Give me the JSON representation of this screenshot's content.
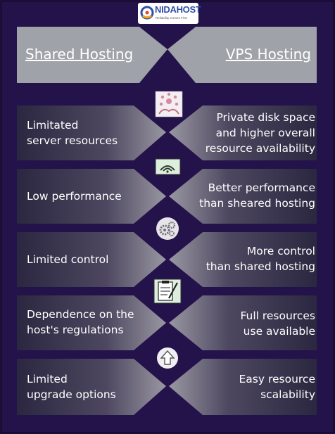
{
  "logo": {
    "name": "NIDAHOST",
    "tagline": "Reliability Comes First"
  },
  "header": {
    "left_title": "Shared Hosting",
    "right_title": "VPS Hosting"
  },
  "rows": [
    {
      "shared": "Limitated\nserver resources",
      "vps": "Private disk space\nand higher overall\nresource availability",
      "icon": "hands-network-icon"
    },
    {
      "shared": "Low performance",
      "vps": "Better performance\nthan sheared hosting",
      "icon": "wifi-signal-icon"
    },
    {
      "shared": "Limited control",
      "vps": "More control\nthan shared hosting",
      "icon": "gears-icon"
    },
    {
      "shared": "Dependence on the\nhost's regulations",
      "vps": "Full resources\nuse available",
      "icon": "clipboard-pen-icon"
    },
    {
      "shared": "Limited\nupgrade options",
      "vps": "Easy resource\nscalability",
      "icon": "upload-arrow-icon"
    }
  ],
  "colors": {
    "background": "#24124a",
    "header_panel": "#9da0a7",
    "row_dark": "#2c2740",
    "row_light": "#8e8a98",
    "icon_bg": "#e9e6ec"
  }
}
